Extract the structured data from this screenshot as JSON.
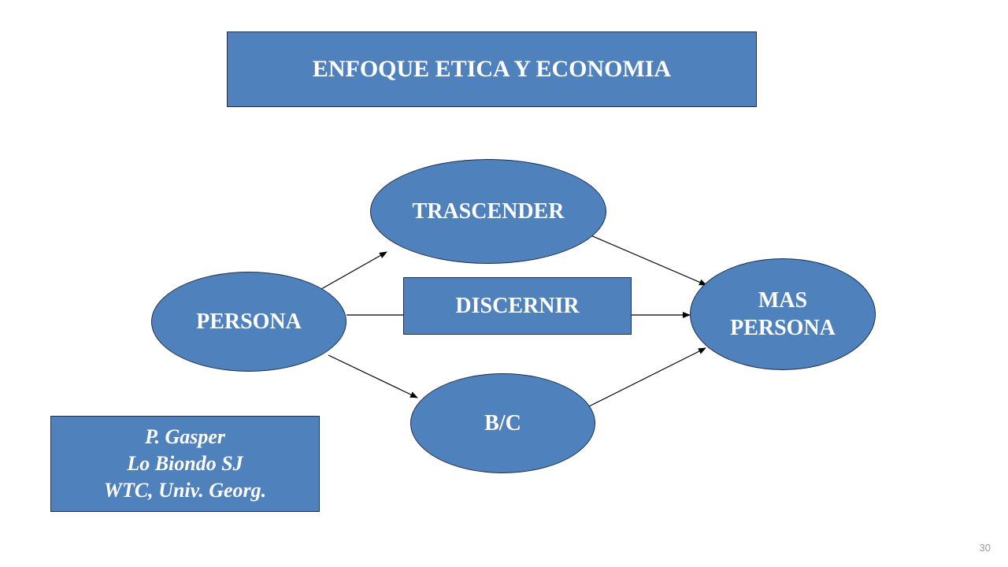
{
  "slide": {
    "title": "ENFOQUE ETICA Y ECONOMIA",
    "page_number": "30"
  },
  "colors": {
    "shape_fill": "#4F81BD",
    "shape_border": "#1F2F4A",
    "text": "#FFFFFF",
    "arrow": "#000000"
  },
  "nodes": {
    "persona": "PERSONA",
    "trascender": "TRASCENDER",
    "discernir": "DISCERNIR",
    "bc": "B/C",
    "mas_persona": {
      "line1": "MAS",
      "line2": "PERSONA"
    }
  },
  "edges": [
    {
      "from": "persona",
      "to": "trascender"
    },
    {
      "from": "persona",
      "to": "discernir"
    },
    {
      "from": "persona",
      "to": "bc"
    },
    {
      "from": "trascender",
      "to": "mas_persona"
    },
    {
      "from": "discernir",
      "to": "mas_persona"
    },
    {
      "from": "bc",
      "to": "mas_persona"
    }
  ],
  "credits": {
    "line1": "P. Gasper",
    "line2": "Lo Biondo SJ",
    "line3": "WTC, Univ. Georg."
  }
}
